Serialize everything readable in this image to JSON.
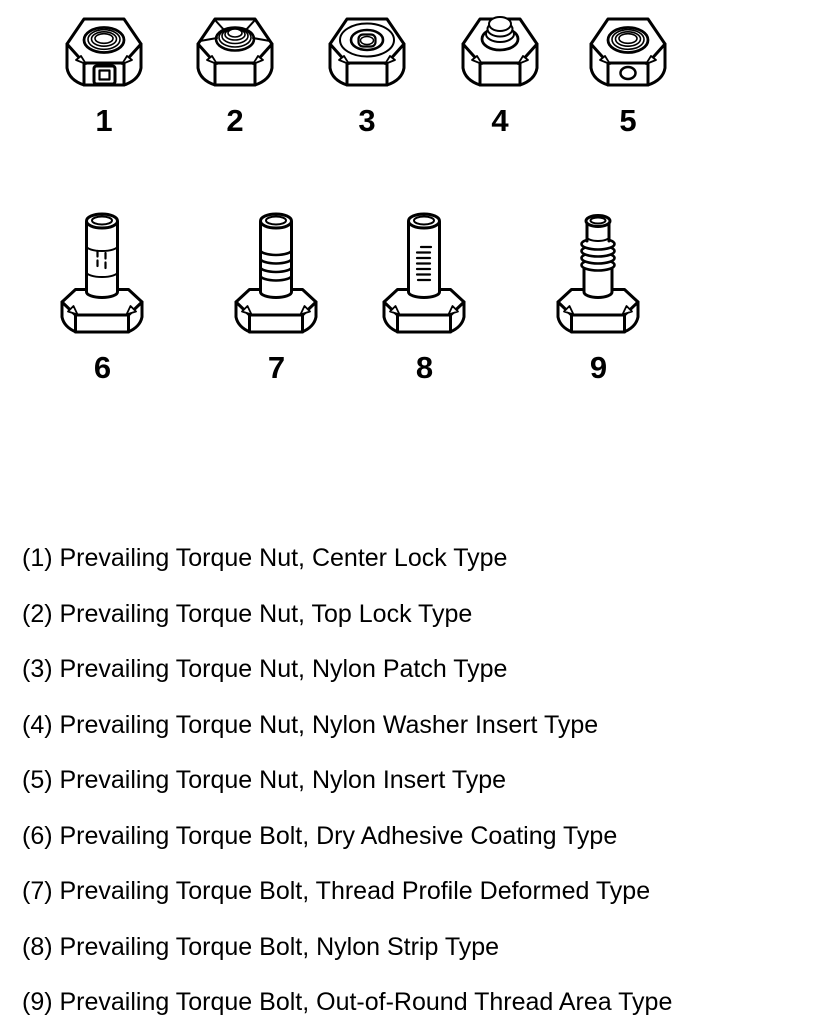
{
  "colors": {
    "line": "#000000",
    "background": "#ffffff"
  },
  "figures": {
    "nuts": [
      {
        "number": "1",
        "type": "prevailing-torque-nut-center-lock"
      },
      {
        "number": "2",
        "type": "prevailing-torque-nut-top-lock"
      },
      {
        "number": "3",
        "type": "prevailing-torque-nut-nylon-patch"
      },
      {
        "number": "4",
        "type": "prevailing-torque-nut-nylon-washer-insert"
      },
      {
        "number": "5",
        "type": "prevailing-torque-nut-nylon-insert"
      }
    ],
    "bolts": [
      {
        "number": "6",
        "type": "prevailing-torque-bolt-dry-adhesive-coating"
      },
      {
        "number": "7",
        "type": "prevailing-torque-bolt-thread-profile-deformed"
      },
      {
        "number": "8",
        "type": "prevailing-torque-bolt-nylon-strip"
      },
      {
        "number": "9",
        "type": "prevailing-torque-bolt-out-of-round-thread-area"
      }
    ]
  },
  "legend": {
    "items": [
      "(1) Prevailing Torque Nut, Center Lock Type",
      "(2) Prevailing Torque Nut, Top Lock Type",
      "(3) Prevailing Torque Nut, Nylon Patch Type",
      "(4) Prevailing Torque Nut, Nylon Washer Insert Type",
      "(5) Prevailing Torque Nut, Nylon Insert Type",
      "(6) Prevailing Torque Bolt, Dry Adhesive Coating Type",
      "(7) Prevailing Torque Bolt, Thread Profile Deformed Type",
      "(8) Prevailing Torque Bolt, Nylon Strip Type",
      "(9) Prevailing Torque Bolt, Out-of-Round Thread Area Type"
    ]
  }
}
